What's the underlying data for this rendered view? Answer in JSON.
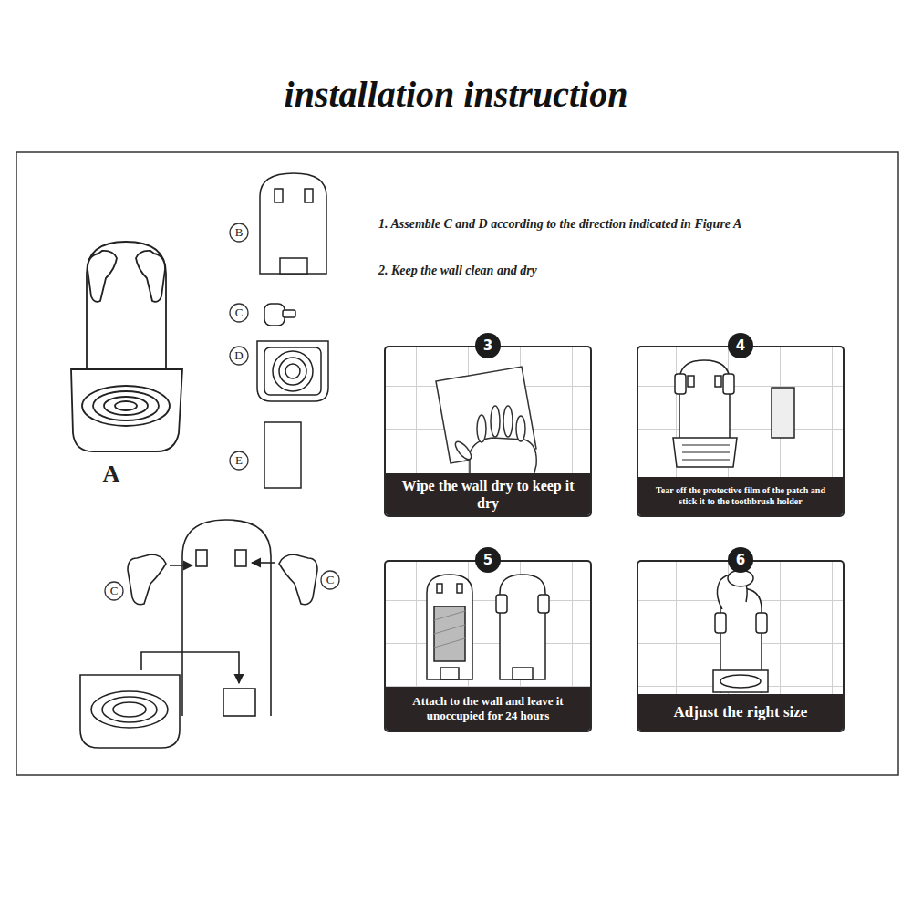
{
  "diagram": {
    "title": "installation instruction",
    "nodes": [
      {
        "text": [
          "3",
          "Wipe the wall dry to keep it dry"
        ]
      },
      {
        "text": [
          "4",
          "Tear off the protective film of the patch and stick it to the toothbrush holder"
        ]
      },
      {
        "text": [
          "5",
          "Attach to the wall and leave it unoccupied for 24 hours"
        ]
      },
      {
        "text": [
          "6",
          "Adjust the right size"
        ]
      }
    ],
    "labels": [
      "A",
      "B",
      "C",
      "D",
      "E",
      "C",
      "C",
      "1. Assemble C and D according to the direction indicated in Figure A",
      "2. Keep the wall clean and dry"
    ]
  }
}
